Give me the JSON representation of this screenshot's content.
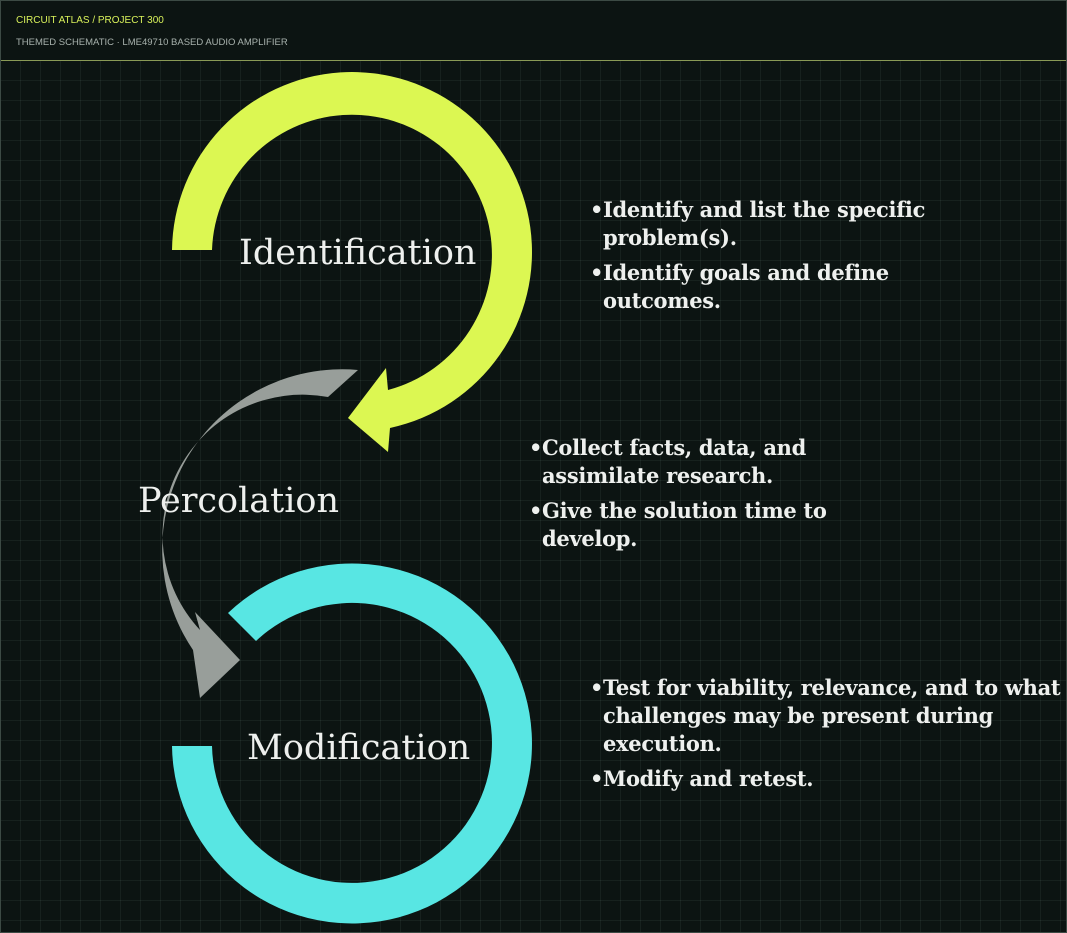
{
  "header": {
    "brand": "CIRCUIT ATLAS / PROJECT 300",
    "subtitle": "THEMED SCHEMATIC · LME49710 BASED AUDIO AMPLIFIER"
  },
  "colors": {
    "background": "#0c1412",
    "identification": "#dcf752",
    "percolation": "#989e9a",
    "modification": "#58e6e3",
    "text": "#eef0ee",
    "brand": "#d8f05a"
  },
  "stages": [
    {
      "label": "Identification",
      "bullets": [
        "Identify and list the specific problem(s).",
        "Identify goals and define outcomes."
      ]
    },
    {
      "label": "Percolation",
      "bullets": [
        "Collect facts, data, and assimilate research.",
        "Give the solution time to develop."
      ]
    },
    {
      "label": "Modification",
      "bullets": [
        "Test for viability, relevance, and to what challenges may be present during execution.",
        "Modify and retest."
      ]
    }
  ]
}
